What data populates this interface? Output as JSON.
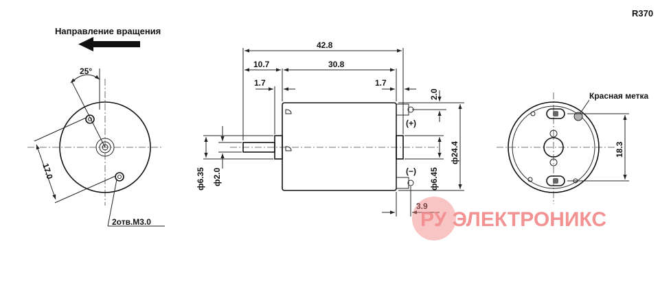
{
  "model": "R370",
  "rotation_label": "Направление вращения",
  "left_view": {
    "angle": "25°",
    "spacing": "17.0",
    "holes": "2отв.M3.0"
  },
  "side_view": {
    "total_length": "42.8",
    "shaft_length": "10.7",
    "body_length": "30.8",
    "boss_left": "1.7",
    "boss_right": "1.7",
    "terminal_offset": "2.0",
    "shaft_dia": "ф2.0",
    "boss_dia": "ф6.35",
    "body_dia": "ф24.4",
    "rear_boss_dia": "ф6.45",
    "terminal_pitch": "3.9",
    "plus": "(+)",
    "minus": "(−)"
  },
  "right_view": {
    "marker_label": "Красная метка",
    "terminal_spacing": "18.3"
  },
  "watermark": "РУ ЭЛЕКТРОНИКС",
  "colors": {
    "line": "#222222",
    "marker_fill": "#b0b0b0",
    "body_fill": "#f2f2f2",
    "watermark": "#f08080"
  }
}
